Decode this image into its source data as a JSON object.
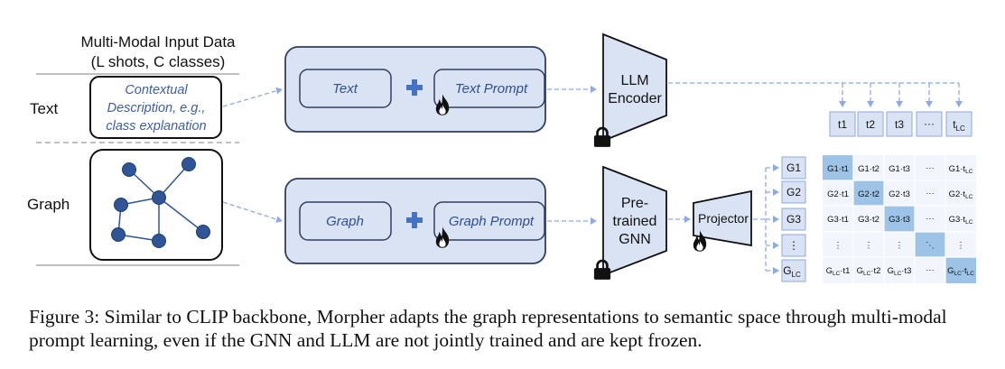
{
  "input": {
    "title_line1": "Multi-Modal Input Data",
    "title_line2": "(L shots, C classes)",
    "text_row_label": "Text",
    "graph_row_label": "Graph",
    "text_box_lines": [
      "Contextual",
      "Description, e.g.,",
      "class explanation"
    ]
  },
  "text_branch": {
    "data_label": "Text",
    "prompt_label": "Text Prompt",
    "encoder_line1": "LLM",
    "encoder_line2": "Encoder"
  },
  "graph_branch": {
    "data_label": "Graph",
    "prompt_label": "Graph Prompt",
    "encoder_line1": "Pre-",
    "encoder_line2": "trained",
    "encoder_line3": "GNN",
    "projector_label": "Projector"
  },
  "text_tokens": [
    "t1",
    "t2",
    "t3",
    "···",
    "t",
    "LC"
  ],
  "graph_tokens": [
    "G1",
    "G2",
    "G3",
    "⋮",
    "G",
    "LC"
  ],
  "matrix": {
    "row1": [
      "G1·t1",
      "G1·t2",
      "G1·t3",
      "···",
      "G1·t",
      "LC"
    ],
    "row2": [
      "G2·t1",
      "G2·t2",
      "G2·t3",
      "···",
      "G2·t",
      "LC"
    ],
    "row3": [
      "G3·t1",
      "G3·t2",
      "G3·t3",
      "···",
      "G3·t",
      "LC"
    ],
    "row4": [
      "⋮",
      "⋮",
      "⋮",
      "⋱",
      "⋮"
    ],
    "row5": [
      "G",
      "LC",
      "·t1",
      "G",
      "LC",
      "·t2",
      "G",
      "LC",
      "·t3",
      "···",
      "G",
      "LC",
      "·t",
      "LC"
    ]
  },
  "caption": "Figure 3: Similar to CLIP backbone, Morpher adapts the graph representations to semantic space through multi-modal prompt learning, even if the GNN and LLM are not jointly trained and are kept frozen.",
  "colors": {
    "panel_fill": "#dae3f3",
    "panel_stroke": "#2f3f5f",
    "accent_blue": "#4472c4",
    "node_fill": "#2f5597",
    "diag_fill": "#9dc3e6",
    "arrow": "#8faadc"
  },
  "icons": [
    "plus-icon",
    "flame-icon",
    "lock-icon"
  ]
}
